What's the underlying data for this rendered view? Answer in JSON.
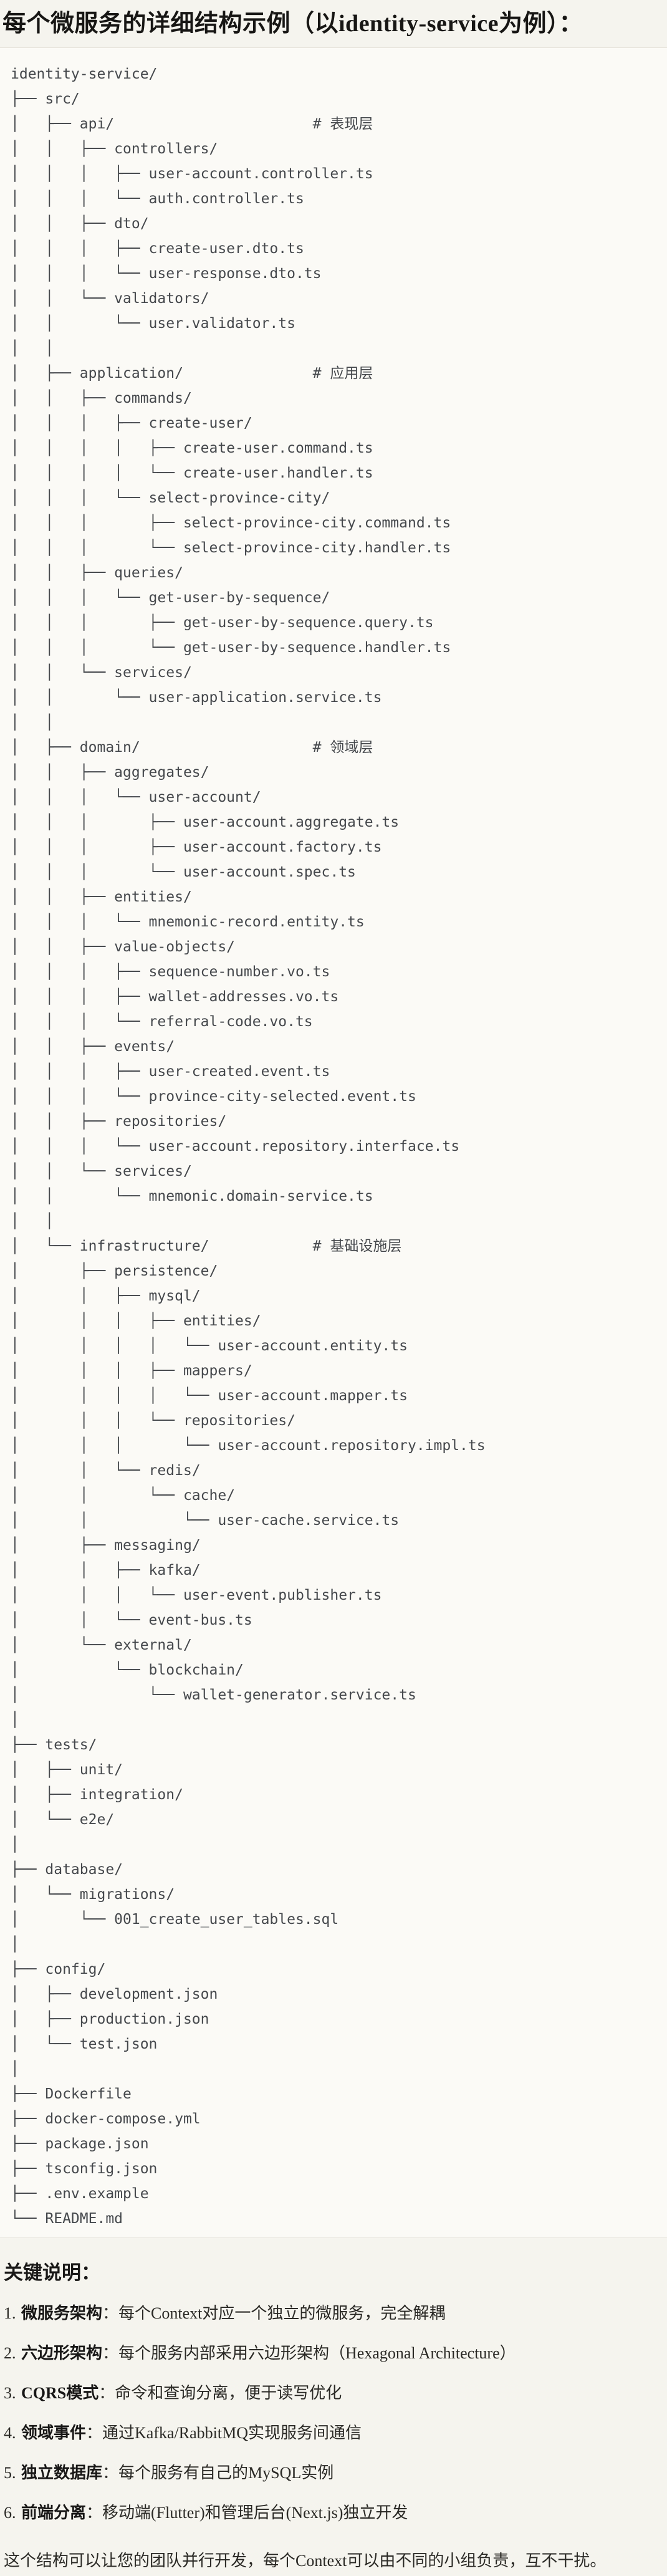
{
  "title": "每个微服务的详细结构示例（以identity-service为例）：",
  "colors": {
    "page_bg": "#f5f4ee",
    "code_block_bg": "#fbfaf6",
    "code_block_border": "#e5e2da",
    "tree_text": "#45484c",
    "heading_text": "#1a1918",
    "body_text": "#2a2925"
  },
  "tree": {
    "lines": [
      "identity-service/",
      "├── src/",
      "│   ├── api/                       # 表现层",
      "│   │   ├── controllers/",
      "│   │   │   ├── user-account.controller.ts",
      "│   │   │   └── auth.controller.ts",
      "│   │   ├── dto/",
      "│   │   │   ├── create-user.dto.ts",
      "│   │   │   └── user-response.dto.ts",
      "│   │   └── validators/",
      "│   │       └── user.validator.ts",
      "│   │",
      "│   ├── application/               # 应用层",
      "│   │   ├── commands/",
      "│   │   │   ├── create-user/",
      "│   │   │   │   ├── create-user.command.ts",
      "│   │   │   │   └── create-user.handler.ts",
      "│   │   │   └── select-province-city/",
      "│   │   │       ├── select-province-city.command.ts",
      "│   │   │       └── select-province-city.handler.ts",
      "│   │   ├── queries/",
      "│   │   │   └── get-user-by-sequence/",
      "│   │   │       ├── get-user-by-sequence.query.ts",
      "│   │   │       └── get-user-by-sequence.handler.ts",
      "│   │   └── services/",
      "│   │       └── user-application.service.ts",
      "│   │",
      "│   ├── domain/                    # 领域层",
      "│   │   ├── aggregates/",
      "│   │   │   └── user-account/",
      "│   │   │       ├── user-account.aggregate.ts",
      "│   │   │       ├── user-account.factory.ts",
      "│   │   │       └── user-account.spec.ts",
      "│   │   ├── entities/",
      "│   │   │   └── mnemonic-record.entity.ts",
      "│   │   ├── value-objects/",
      "│   │   │   ├── sequence-number.vo.ts",
      "│   │   │   ├── wallet-addresses.vo.ts",
      "│   │   │   └── referral-code.vo.ts",
      "│   │   ├── events/",
      "│   │   │   ├── user-created.event.ts",
      "│   │   │   └── province-city-selected.event.ts",
      "│   │   ├── repositories/",
      "│   │   │   └── user-account.repository.interface.ts",
      "│   │   └── services/",
      "│   │       └── mnemonic.domain-service.ts",
      "│   │",
      "│   └── infrastructure/            # 基础设施层",
      "│       ├── persistence/",
      "│       │   ├── mysql/",
      "│       │   │   ├── entities/",
      "│       │   │   │   └── user-account.entity.ts",
      "│       │   │   ├── mappers/",
      "│       │   │   │   └── user-account.mapper.ts",
      "│       │   │   └── repositories/",
      "│       │   │       └── user-account.repository.impl.ts",
      "│       │   └── redis/",
      "│       │       └── cache/",
      "│       │           └── user-cache.service.ts",
      "│       ├── messaging/",
      "│       │   ├── kafka/",
      "│       │   │   └── user-event.publisher.ts",
      "│       │   └── event-bus.ts",
      "│       └── external/",
      "│           └── blockchain/",
      "│               └── wallet-generator.service.ts",
      "│",
      "├── tests/",
      "│   ├── unit/",
      "│   ├── integration/",
      "│   └── e2e/",
      "│",
      "├── database/",
      "│   └── migrations/",
      "│       └── 001_create_user_tables.sql",
      "│",
      "├── config/",
      "│   ├── development.json",
      "│   ├── production.json",
      "│   └── test.json",
      "│",
      "├── Dockerfile",
      "├── docker-compose.yml",
      "├── package.json",
      "├── tsconfig.json",
      "├── .env.example",
      "└── README.md"
    ]
  },
  "notes": {
    "heading": "关键说明：",
    "items": [
      {
        "num": "1. ",
        "label": "微服务架构",
        "text": "：每个Context对应一个独立的微服务，完全解耦"
      },
      {
        "num": "2. ",
        "label": "六边形架构",
        "text": "：每个服务内部采用六边形架构（Hexagonal Architecture）"
      },
      {
        "num": "3. ",
        "label": "CQRS模式",
        "text": "：命令和查询分离，便于读写优化"
      },
      {
        "num": "4. ",
        "label": "领域事件",
        "text": "：通过Kafka/RabbitMQ实现服务间通信"
      },
      {
        "num": "5. ",
        "label": "独立数据库",
        "text": "：每个服务有自己的MySQL实例"
      },
      {
        "num": "6. ",
        "label": "前端分离",
        "text": "：移动端(Flutter)和管理后台(Next.js)独立开发"
      }
    ],
    "closing": "这个结构可以让您的团队并行开发，每个Context可以由不同的小组负责，互不干扰。"
  }
}
